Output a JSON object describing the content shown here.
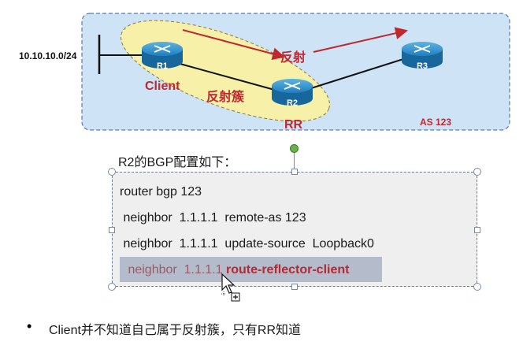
{
  "network": {
    "prefix": "10.10.10.0/24",
    "r1": "R1",
    "r2": "R2",
    "r3": "R3",
    "client_label": "Client",
    "rr_label": "RR",
    "cluster_label": "反射簇",
    "reflect_label": "反射",
    "as_label": "AS 123"
  },
  "config": {
    "caption": "R2的BGP配置如下：",
    "lines": [
      "router bgp 123",
      " neighbor  1.1.1.1  remote-as 123",
      " neighbor  1.1.1.1  update-source  Loopback0"
    ],
    "highlight_prefix": " neighbor  1.1.1.1 ",
    "highlight_strong": "route-reflector-client"
  },
  "bullet": {
    "mark": "•",
    "text": "Client并不知道自己属于反射簇，只有RR知道"
  },
  "colors": {
    "as_fill": "#cfe3f6",
    "as_border": "#5a7ab5",
    "cluster_fill": "#f7f0a8",
    "router": "#1e7fbf",
    "red_text": "#c0282d",
    "arrow": "#c0282d"
  }
}
